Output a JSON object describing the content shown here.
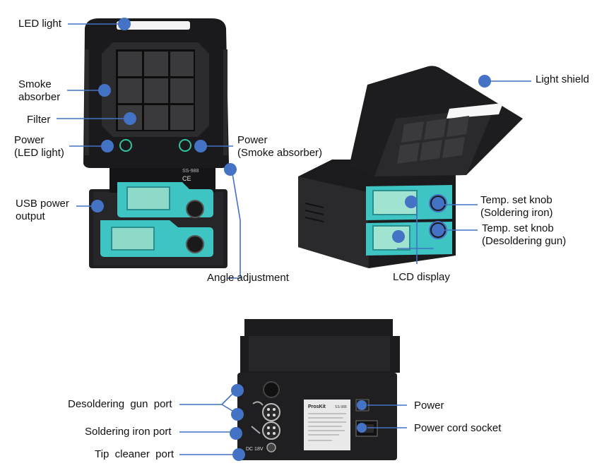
{
  "labels": {
    "led_light": "LED light",
    "smoke_absorber": "Smoke\nabsorber",
    "filter": "Filter",
    "power_led": "Power\n(LED light)",
    "power_smoke": "Power\n(Smoke absorber)",
    "usb_power": "USB power\noutput",
    "angle_adjustment": "Angle adjustment",
    "light_shield": "Light shield",
    "temp_knob_iron": "Temp. set knob\n(Soldering iron)",
    "temp_knob_gun": "Temp. set knob\n(Desoldering gun)",
    "lcd_display": "LCD display",
    "desoldering_gun_port": "Desoldering  gun  port",
    "soldering_iron_port": "Soldering iron port",
    "tip_cleaner_port": "Tip  cleaner  port",
    "power_back": "Power",
    "power_cord_socket": "Power cord socket"
  },
  "device": {
    "model": "SS-988",
    "brand": "ProsKit",
    "dc_label": "DC 18V",
    "ce_mark": "CE"
  },
  "colors": {
    "marker": "#4472c4",
    "line": "#4472c4",
    "body": "#1c1c1e",
    "panel": "#3fc4c4",
    "lcd": "#9fe3d0"
  }
}
